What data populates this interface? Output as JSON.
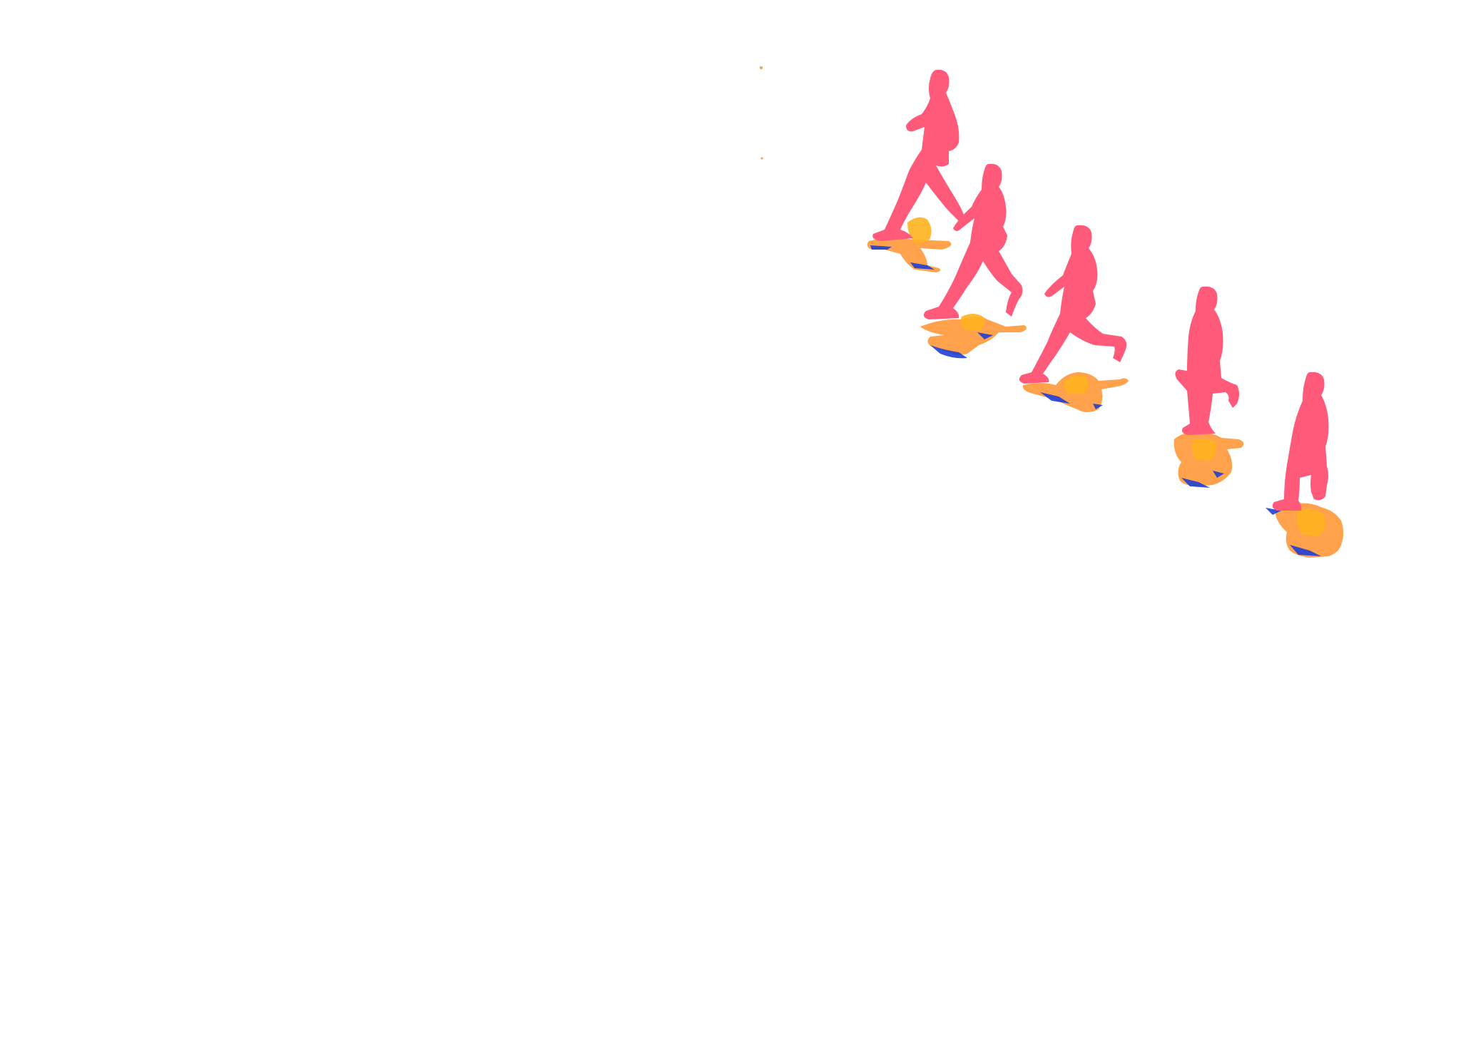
{
  "scene": {
    "background": "#ffffff",
    "colors": {
      "silhouette": "#ff5a7a",
      "shadow_orange": "#ff9a3c",
      "shadow_yellow": "#ffb21f",
      "shadow_blue": "#1f3fd6"
    },
    "figures": [
      {
        "pose": "walking-stride"
      },
      {
        "pose": "running"
      },
      {
        "pose": "running"
      },
      {
        "pose": "walking"
      },
      {
        "pose": "walking"
      }
    ]
  }
}
